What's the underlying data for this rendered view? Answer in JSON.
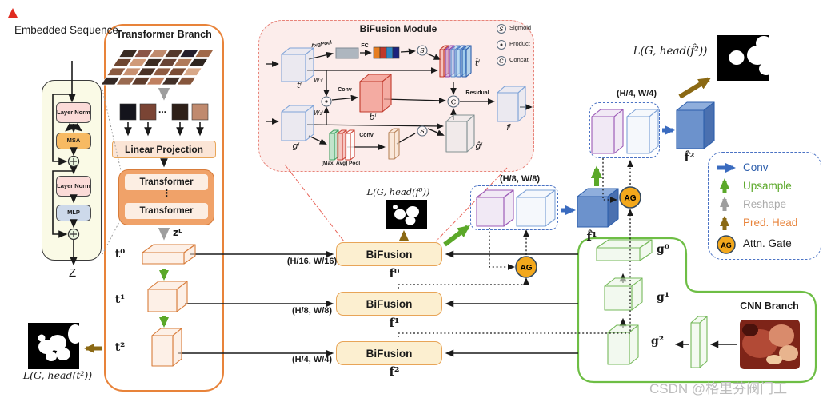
{
  "left_panel": {
    "title": "Embedded Sequence",
    "layer_norm1": "Layer Norm",
    "msa": "MSA",
    "layer_norm2": "Layer Norm",
    "mlp": "MLP",
    "output": "Z"
  },
  "transformer_branch": {
    "title": "Transformer Branch",
    "patch_ellipsis": "...",
    "linear_projection": "Linear Projection",
    "transformer1": "Transformer",
    "stack_dots": "⋮",
    "transformer2": "Transformer",
    "zL": "zᴸ",
    "t0": "t⁰",
    "t1": "t¹",
    "t2": "t²"
  },
  "bifusion_module": {
    "title": "BiFusion Module",
    "t_i": "tⁱ",
    "g_i": "gⁱ",
    "b_i": "bⁱ",
    "f_i": "fⁱ",
    "t_hat_i": "t̂ⁱ",
    "g_hat_i": "ĝⁱ",
    "avgpool": "AvgPool",
    "fc": "FC",
    "w1": "W₁ⁱ",
    "w2": "W₂ⁱ",
    "conv1": "Conv",
    "conv2": "Conv",
    "maxavg_pool": "[Max, Avg] Pool",
    "residual": "Residual",
    "s": "S",
    "c": "C",
    "legend": [
      {
        "symbol": "S",
        "label": "Sigmoid"
      },
      {
        "symbol": "⊙",
        "label": "Product"
      },
      {
        "symbol": "C",
        "label": "Concat"
      }
    ]
  },
  "fusion": {
    "bifusion_label": "BiFusion",
    "rows": [
      {
        "size": "(H/16, W/16)",
        "f": "f⁰"
      },
      {
        "size": "(H/8, W/8)",
        "f": "f¹"
      },
      {
        "size": "(H/4, W/4)",
        "f": "f²"
      }
    ],
    "loss_f0": "L(G, head(f⁰))"
  },
  "decoder": {
    "box1_size": "(H/8, W/8)",
    "box2_size": "(H/4, W/4)",
    "f_hat_1": "f̂¹",
    "f_hat_2": "f̂²",
    "ag": "AG",
    "loss_f2hat": "L(G, head(f̂²))"
  },
  "cnn_branch": {
    "title": "CNN Branch",
    "g0": "g⁰",
    "g1": "g¹",
    "g2": "g²"
  },
  "legend": {
    "ag": "AG",
    "items": [
      {
        "label": "Conv",
        "color": "#2E5FAC"
      },
      {
        "label": "Upsample",
        "color": "#5BA829"
      },
      {
        "label": "Reshape",
        "color": "#ABABAB"
      },
      {
        "label": "Pred. Head",
        "color": "#E8833A"
      },
      {
        "label": "Attn. Gate",
        "color": "#1a1a1a"
      }
    ]
  },
  "losses": {
    "t2": "L(G, head(t²))"
  },
  "watermark": "CSDN @格里芬阀门工",
  "colors": {
    "transformer_orange": "#E8833A",
    "cnn_green": "#6EBE45",
    "conv_blue": "#3A6BBF",
    "upsample_green": "#5BA829",
    "reshape_gray": "#9E9E9E",
    "pred_head_olive": "#8B6914",
    "module_pink": "#FCEDEB",
    "bifusion_cream": "#FCEFD0",
    "ag_orange": "#F3A81C",
    "dashed_blue": "#4A72C4"
  }
}
